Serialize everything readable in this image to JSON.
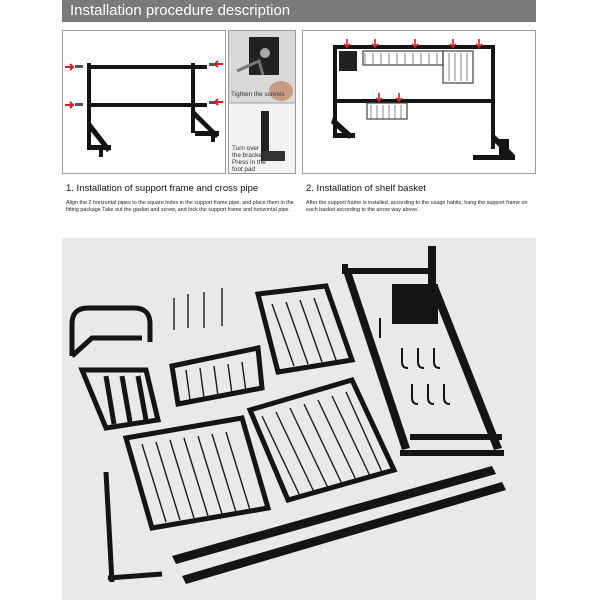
{
  "header": {
    "title": "Installation procedure description"
  },
  "step1": {
    "title": "1. Installation of support frame and cross pipe",
    "description": "Align the 2 horizontal pipes to the square holes in the support frame pipe, and place them in the fitting package Take out the gasket and screw, and lock the support frame and horizontal pipe."
  },
  "step2": {
    "title": "2. Installation of shelf basket",
    "description": "After the support frame is installed, according to the usage habits, hang the support frame on each basket according to the arrow way above."
  },
  "notes": {
    "tighten": "Tighten the screws",
    "turn_over_1": "Turn over",
    "turn_over_2": "the bracket",
    "press_1": "Press in the",
    "press_2": "foot pad"
  },
  "colors": {
    "header_bg": "#7a7a7a",
    "arrow": "#d0202a",
    "metal": "#141414",
    "parts_bg": "#e9e9e9"
  }
}
